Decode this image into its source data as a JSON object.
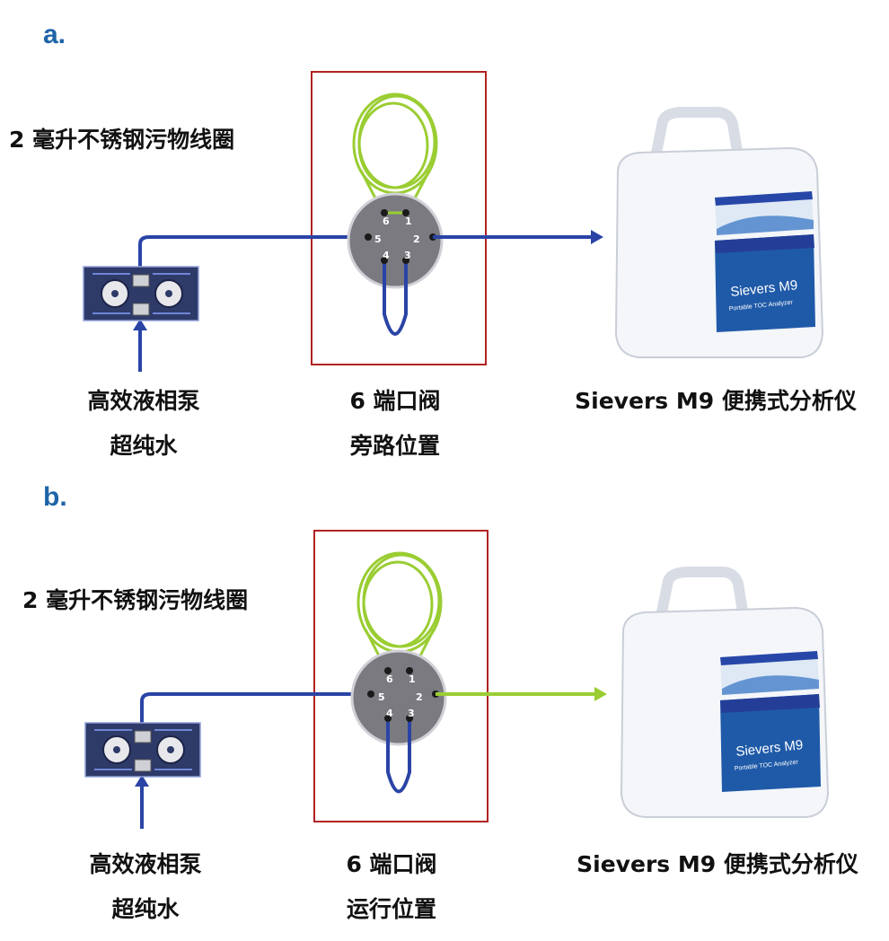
{
  "panels": [
    {
      "letter": "a.",
      "loop_caption": "2 毫升不锈钢污物线圈",
      "pump_label": [
        "高效液相泵",
        "超纯水"
      ],
      "valve_label": [
        "6 端口阀",
        "旁路位置"
      ],
      "analyzer_label": "Sievers M9 便携式分析仪",
      "ports": [
        "1",
        "2",
        "3",
        "4",
        "5",
        "6"
      ],
      "device_text": "Sievers M9",
      "device_subtext": "Portable TOC Analyzer",
      "outlet_color": "#2a44a6"
    },
    {
      "letter": "b.",
      "loop_caption": "2 毫升不锈钢污物线圈",
      "pump_label": [
        "高效液相泵",
        "超纯水"
      ],
      "valve_label": [
        "6 端口阀",
        "运行位置"
      ],
      "analyzer_label": "Sievers M9 便携式分析仪",
      "ports": [
        "1",
        "2",
        "3",
        "4",
        "5",
        "6"
      ],
      "device_text": "Sievers M9",
      "device_subtext": "Portable TOC Analyzer",
      "outlet_color": "#9acd32"
    }
  ],
  "colors": {
    "panel_letter": "#1f64a8",
    "tubing_blue": "#2a44a6",
    "loop_green": "#9acd32",
    "valve_gray": "#7a7a80",
    "highlight_box": "#b22222",
    "pump_body": "#2e3a68"
  }
}
